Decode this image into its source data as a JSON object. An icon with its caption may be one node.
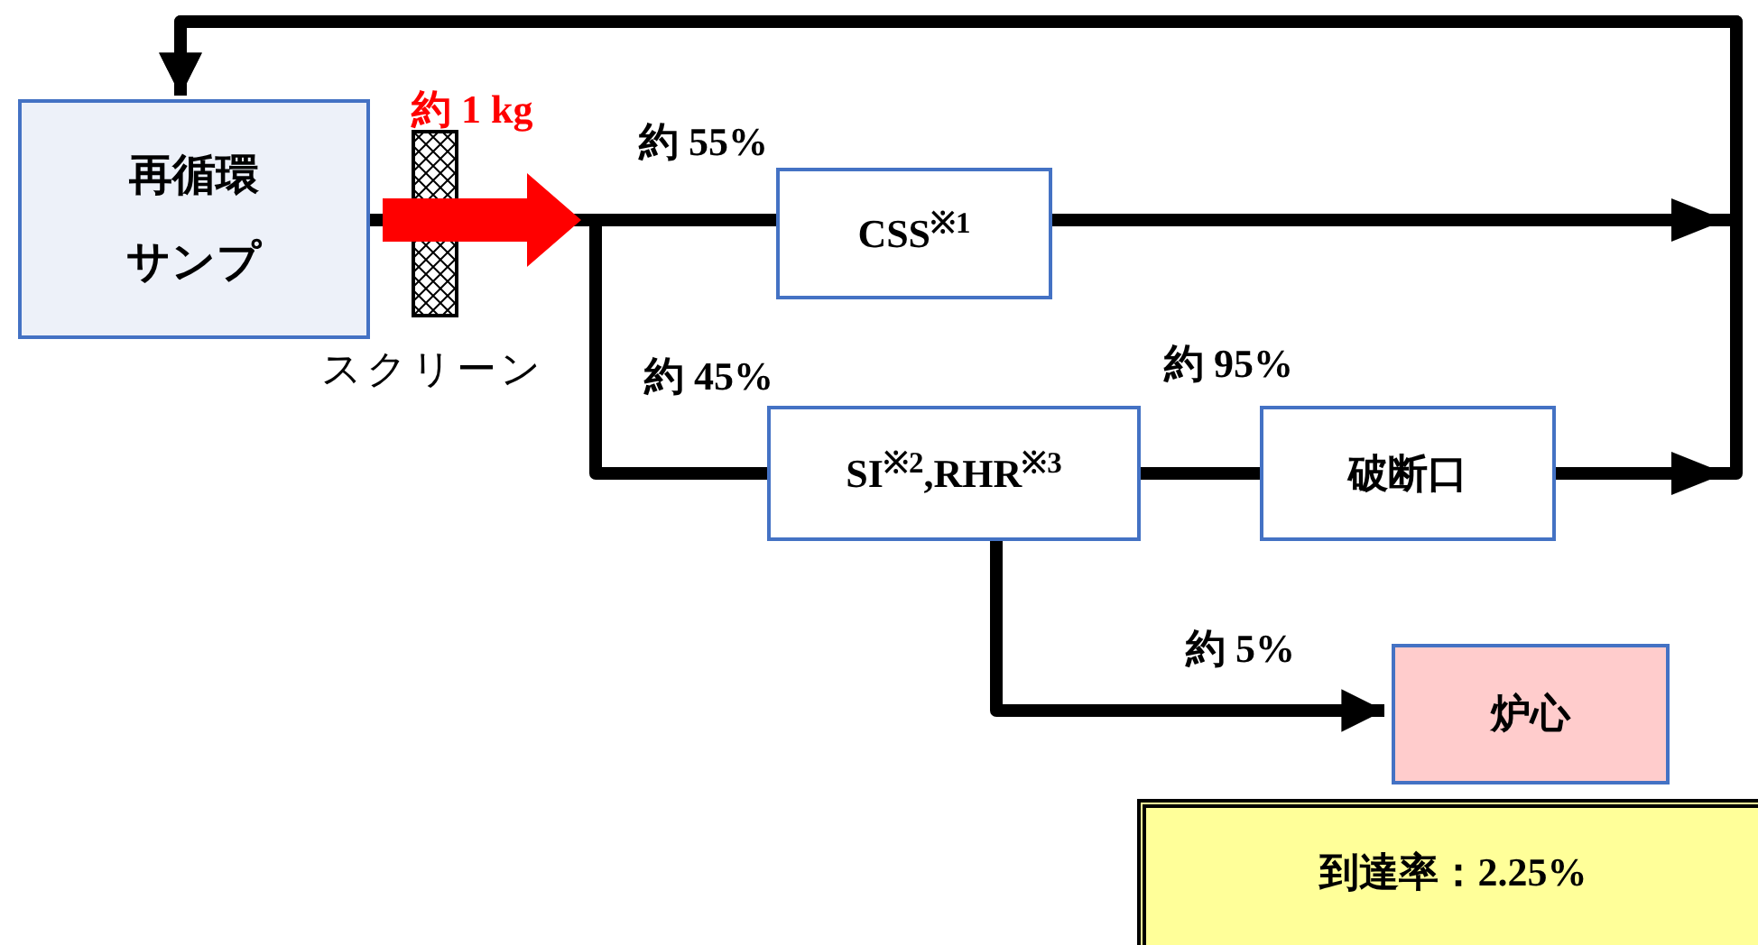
{
  "diagram": {
    "nodes": [
      {
        "text": [
          "再循環サンプ"
        ]
      },
      {
        "text": [
          "CSS$^{※1}$"
        ]
      },
      {
        "text": [
          "SI$^{※2}$,RHR$^{※3}$"
        ]
      },
      {
        "text": [
          "破断口"
        ]
      },
      {
        "text": [
          "炉心"
        ]
      },
      {
        "text": [
          "到達率：2.25%"
        ]
      }
    ],
    "edges": [
      {
        "from": 0,
        "to": 1,
        "arrow": "none",
        "label": "約 55%"
      },
      {
        "from": 0,
        "to": 2,
        "arrow": "none",
        "label": "約 45%"
      },
      {
        "from": 2,
        "to": 3,
        "arrow": "none",
        "label": "約 95%"
      },
      {
        "from": 2,
        "to": 4,
        "arrow": "to",
        "label": "約 5%"
      },
      {
        "from": 1,
        "to": 0,
        "arrow": "to"
      },
      {
        "from": 3,
        "to": 0,
        "arrow": "to"
      }
    ],
    "labels": [
      "約 1 kg",
      "スクリーン"
    ]
  }
}
